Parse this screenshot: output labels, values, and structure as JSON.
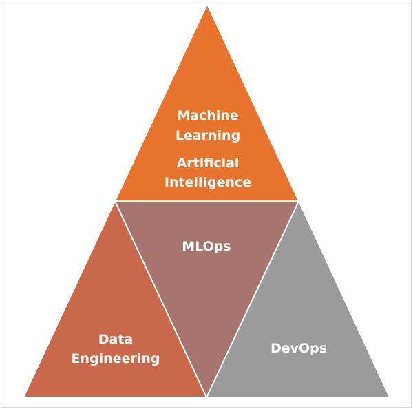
{
  "segments": {
    "top": {
      "lines": [
        "Machine",
        "Learning",
        "Artificial",
        "Intelligence"
      ],
      "color": "#E8732C"
    },
    "left": {
      "lines": [
        "Data",
        "Engineering"
      ],
      "color": "#C9694A"
    },
    "center": {
      "lines": [
        "MLOps"
      ],
      "color": "#A8756E"
    },
    "right": {
      "lines": [
        "DevOps"
      ],
      "color": "#9B9B9B"
    }
  },
  "colors": {
    "separator": "#ffffff",
    "frame": "#d6d6d6"
  }
}
